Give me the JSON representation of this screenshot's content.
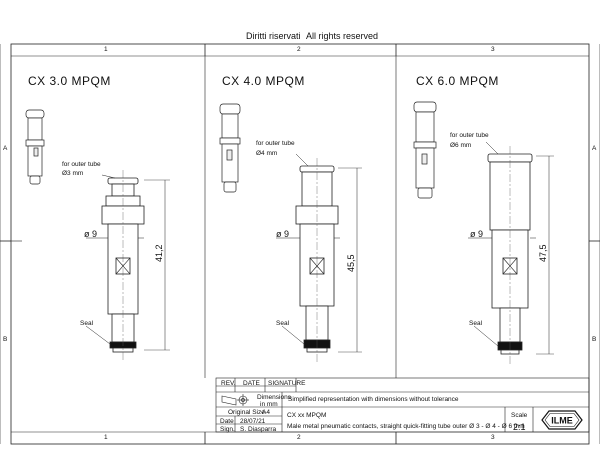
{
  "header": {
    "rights_it": "Diritti riservati",
    "rights_en": "All rights reserved"
  },
  "grid": {
    "columns": [
      "1",
      "2",
      "3"
    ],
    "rows": [
      "A",
      "B"
    ]
  },
  "parts": [
    {
      "title": "CX 3.0 MPQM",
      "tube_label": "for outer tube",
      "tube_dim": "Ø3 mm",
      "body_dim": "ø 9",
      "length_dim": "41,2",
      "seal_label": "Seal"
    },
    {
      "title": "CX 4.0 MPQM",
      "tube_label": "for outer tube",
      "tube_dim": "Ø4 mm",
      "body_dim": "ø 9",
      "length_dim": "45,5",
      "seal_label": "Seal"
    },
    {
      "title": "CX 6.0 MPQM",
      "tube_label": "for outer tube",
      "tube_dim": "Ø6 mm",
      "body_dim": "ø 9",
      "length_dim": "47,5",
      "seal_label": "Seal"
    }
  ],
  "title_block": {
    "rev_label": "REV.",
    "date_label": "DATE",
    "signature_label": "SIGNATURE",
    "dimensions_label": "Dimensions",
    "dimensions_unit": "in mm",
    "note": "Simplified representation with dimensions without tolerance",
    "original_size_label": "Original Size",
    "original_size": "A4",
    "date_row_label": "Date",
    "date": "28/07/21",
    "sign_label": "Sign.",
    "signer": "S. Diasparra",
    "code": "CX xx MPQM",
    "description": "Male metal pneumatic contacts, straight quick-fitting tube outer Ø 3 - Ø 4 - Ø 6 mm",
    "scale_label": "Scale",
    "scale": "2:1",
    "logo_text": "ILME"
  }
}
